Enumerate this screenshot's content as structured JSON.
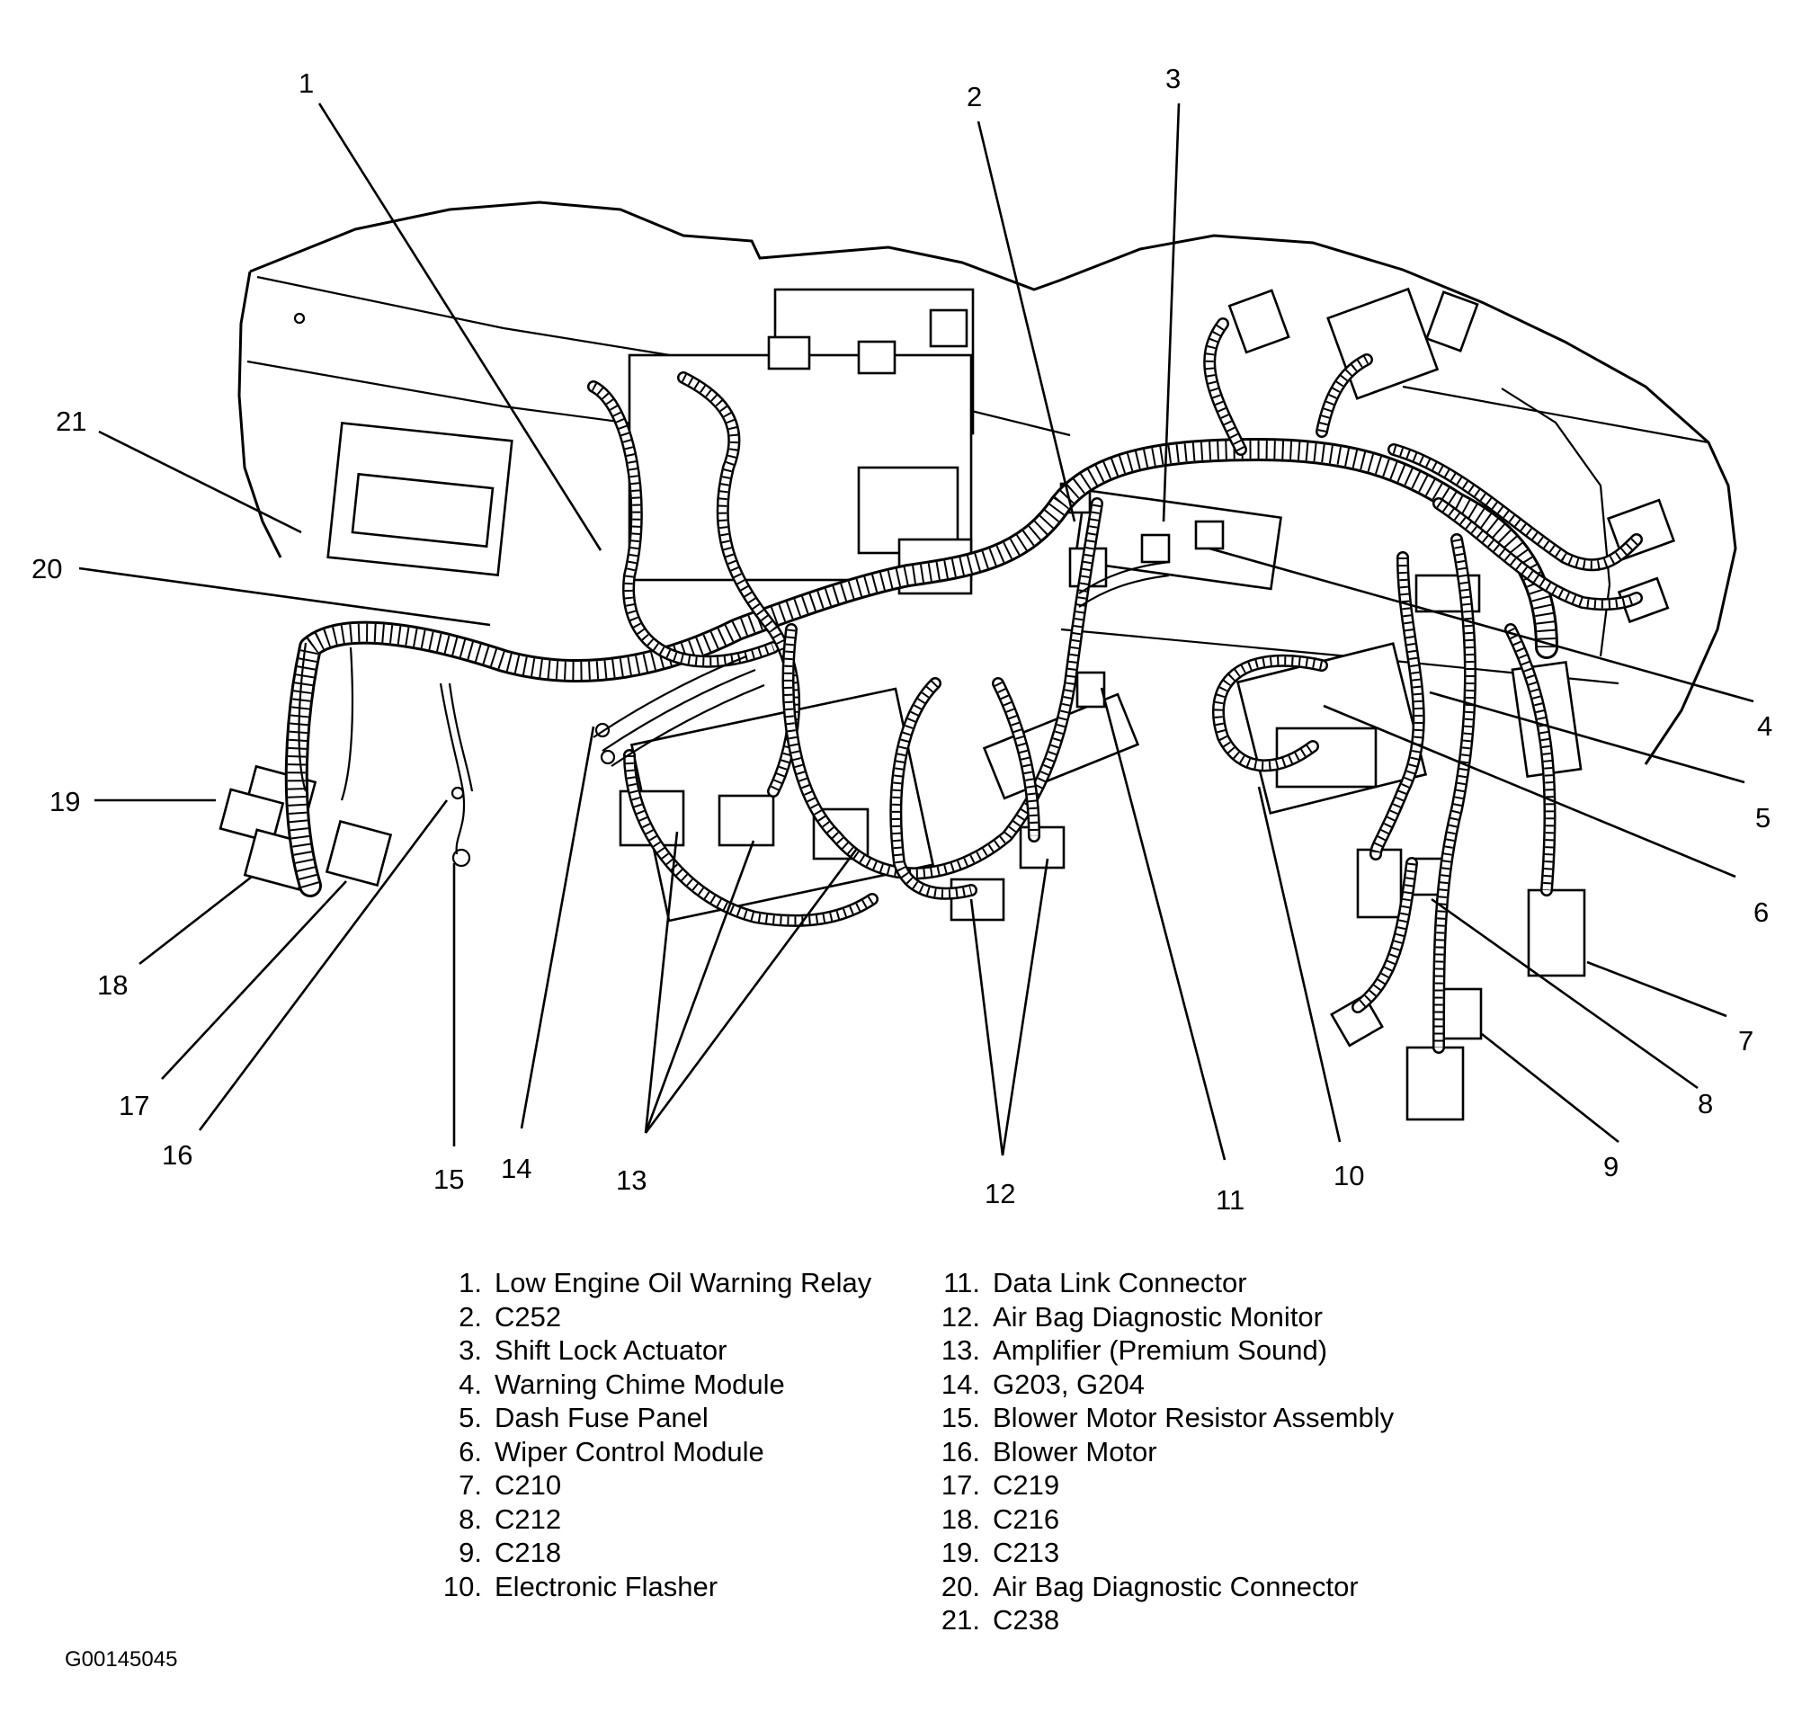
{
  "diagram": {
    "callout_labels": [
      "1",
      "2",
      "3",
      "4",
      "5",
      "6",
      "7",
      "8",
      "9",
      "10",
      "11",
      "12",
      "13",
      "14",
      "15",
      "16",
      "17",
      "18",
      "19",
      "20",
      "21"
    ]
  },
  "legend": {
    "left": [
      {
        "num": "1.",
        "text": "Low Engine Oil Warning Relay"
      },
      {
        "num": "2.",
        "text": "C252"
      },
      {
        "num": "3.",
        "text": "Shift Lock Actuator"
      },
      {
        "num": "4.",
        "text": "Warning Chime Module"
      },
      {
        "num": "5.",
        "text": "Dash Fuse Panel"
      },
      {
        "num": "6.",
        "text": "Wiper Control Module"
      },
      {
        "num": "7.",
        "text": "C210"
      },
      {
        "num": "8.",
        "text": "C212"
      },
      {
        "num": "9.",
        "text": "C218"
      },
      {
        "num": "10.",
        "text": "Electronic Flasher"
      }
    ],
    "right": [
      {
        "num": "11.",
        "text": "Data Link Connector"
      },
      {
        "num": "12.",
        "text": "Air Bag Diagnostic Monitor"
      },
      {
        "num": "13.",
        "text": "Amplifier (Premium Sound)"
      },
      {
        "num": "14.",
        "text": "G203, G204"
      },
      {
        "num": "15.",
        "text": "Blower Motor Resistor Assembly"
      },
      {
        "num": "16.",
        "text": "Blower Motor"
      },
      {
        "num": "17.",
        "text": "C219"
      },
      {
        "num": "18.",
        "text": "C216"
      },
      {
        "num": "19.",
        "text": "C213"
      },
      {
        "num": "20.",
        "text": "Air Bag Diagnostic Connector"
      },
      {
        "num": "21.",
        "text": "C238"
      }
    ]
  },
  "figure_id": "G00145045"
}
